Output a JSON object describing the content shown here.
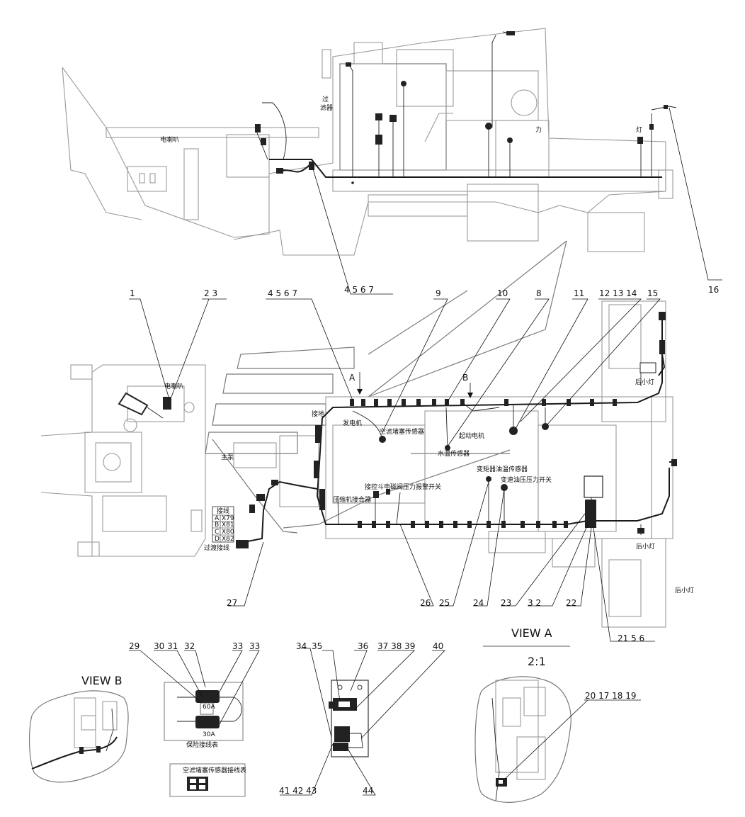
{
  "top_view": {
    "labels": [
      "电喇叭",
      "过\n滤器",
      "灯",
      "力"
    ],
    "callouts": [
      "4 5 6 7",
      "16"
    ]
  },
  "main_view": {
    "callouts_top": [
      "1",
      "2 3",
      "4 5 6 7",
      "9",
      "10",
      "8",
      "11",
      "12 13 14",
      "15"
    ],
    "callouts_bottom": [
      "27",
      "26",
      "25",
      "24",
      "23",
      "3 2",
      "22",
      "21 5 6"
    ],
    "view_markers": [
      "A",
      "B"
    ],
    "labels": {
      "horn": "电喇叭",
      "ground": "接地",
      "alternator": "发电机",
      "air_filter_sensor": "空滤堵塞传感器",
      "starter": "起动电机",
      "water_temp": "水温传感器",
      "torque_temp": "变矩器油温传感器",
      "trans_pressure": "变速油压压力开关",
      "rear_lamp_1": "后小灯",
      "rear_lamp_2": "后小灯",
      "rear_lamp_3": "后小灯",
      "main_relay": "主泵",
      "oil_switch": "接控斗电磁阀压力报警开关",
      "compressor": "压缩机接合器",
      "transition": "过渡接线"
    },
    "wiring_table": {
      "header": "接线",
      "rows": [
        [
          "A",
          "X79"
        ],
        [
          "B",
          "X81"
        ],
        [
          "C",
          "X80"
        ],
        [
          "D",
          "X82"
        ]
      ]
    }
  },
  "view_b": {
    "title": "VIEW B"
  },
  "fuse_panel": {
    "callouts": [
      "29",
      "30 31",
      "32",
      "33",
      "33"
    ],
    "fuse_labels": [
      "60A",
      "30A"
    ],
    "caption": "保险接线表"
  },
  "sensor_table": {
    "caption": "空滤堵塞传感器接线表"
  },
  "relay_box": {
    "callouts_top": [
      "34",
      "35",
      "36",
      "37 38 39",
      "40"
    ],
    "callouts_bottom": [
      "41 42 43",
      "44"
    ]
  },
  "view_a": {
    "title": "VIEW A",
    "scale": "2:1",
    "callouts": [
      "20 17 18 19"
    ]
  }
}
